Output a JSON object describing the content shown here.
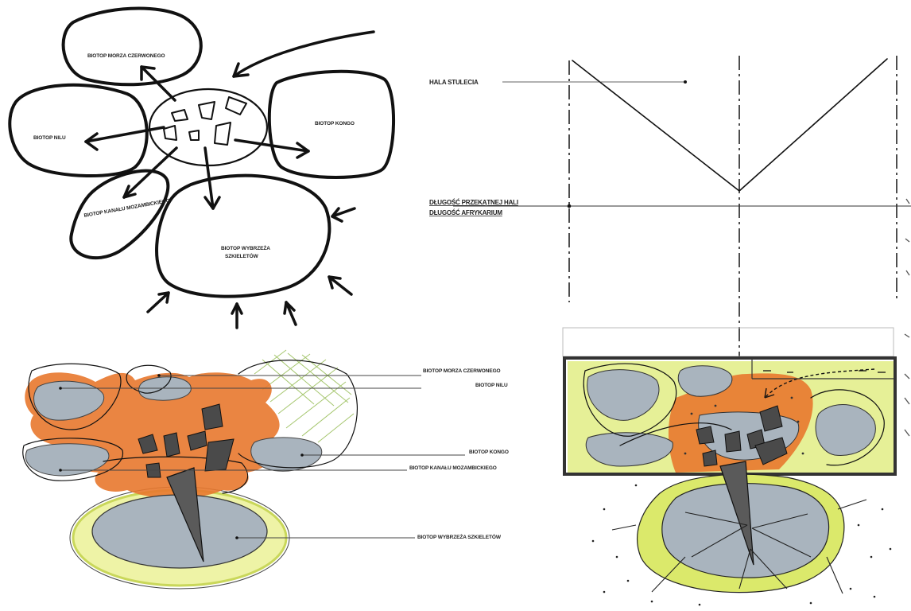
{
  "diagram": {
    "concept_labels": {
      "red_sea": "BIOTOP MORZA CZERWONEGO",
      "nile": "BIOTOP NILU",
      "congo": "BIOTOP KONGO",
      "mozambique": "BIOTOP KANAŁU MOZAMBICKIEGO",
      "skeleton_coast_line1": "BIOTOP WYBRZEŻA",
      "skeleton_coast_line2": "SZKIELETÓW"
    },
    "perspective_labels": {
      "red_sea": "BIOTOP MORZA CZERWONEGO",
      "nile": "BIOTOP NILU",
      "congo": "BIOTOP KONGO",
      "mozambique": "BIOTOP KANAŁU MOZAMBICKIEGO",
      "skeleton_coast": "BIOTOP WYBRZEŻA SZKIELETÓW"
    },
    "section_labels": {
      "hall": "HALA STULECIA",
      "hall_span": "DŁUGOŚĆ PRZEKĄTNEJ HALI",
      "afrykarium": "DŁUGOŚĆ AFRYKARIUM"
    },
    "colors": {
      "ink": "#111111",
      "orange": "#e8782e",
      "water_grey": "#a9b4be",
      "lime": "#dbe96b",
      "dark_rock": "#4a4a4a"
    }
  }
}
